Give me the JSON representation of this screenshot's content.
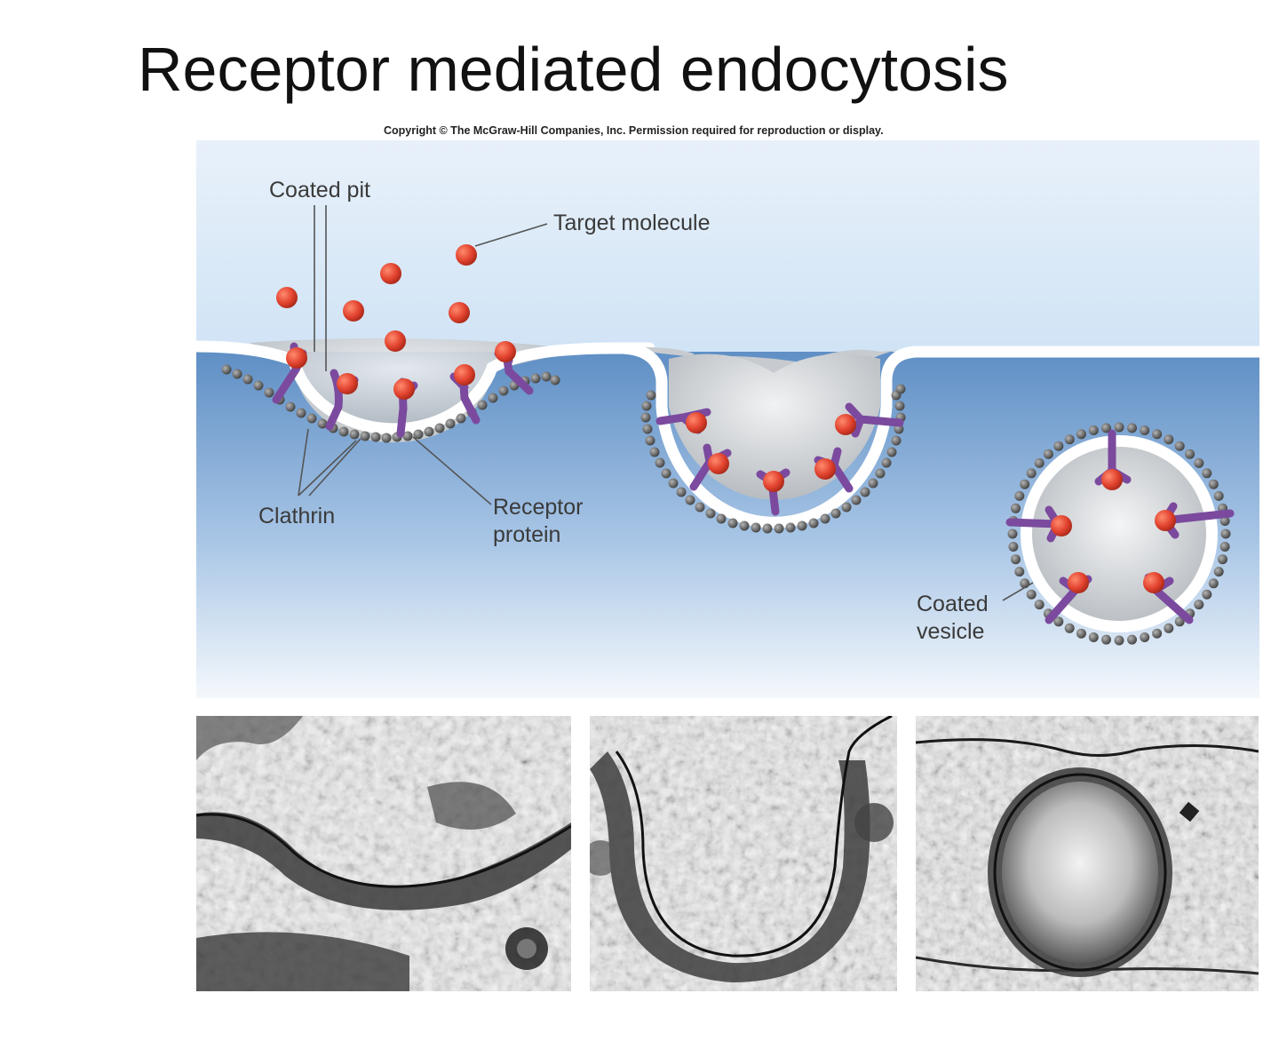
{
  "slide": {
    "title": "Receptor mediated endocytosis",
    "copyright": "Copyright © The McGraw-Hill Companies, Inc. Permission required for reproduction or display."
  },
  "diagram": {
    "labels": {
      "coated_pit": "Coated pit",
      "target_molecule": "Target molecule",
      "clathrin": "Clathrin",
      "receptor_line1": "Receptor",
      "receptor_line2": "protein",
      "coated_vesicle_line1": "Coated",
      "coated_vesicle_line2": "vesicle"
    },
    "colors": {
      "extracellular_top": "#e8f1fa",
      "extracellular_bottom": "#a9cdee",
      "cytoplasm_top": "#5f8fc5",
      "cytoplasm_bottom": "#f4f8fc",
      "membrane": "#ffffff",
      "pit_fill": "#c4c8cc",
      "target_molecule": "#e2432f",
      "receptor": "#7b4a9e",
      "clathrin": "#6a6a6a"
    }
  }
}
